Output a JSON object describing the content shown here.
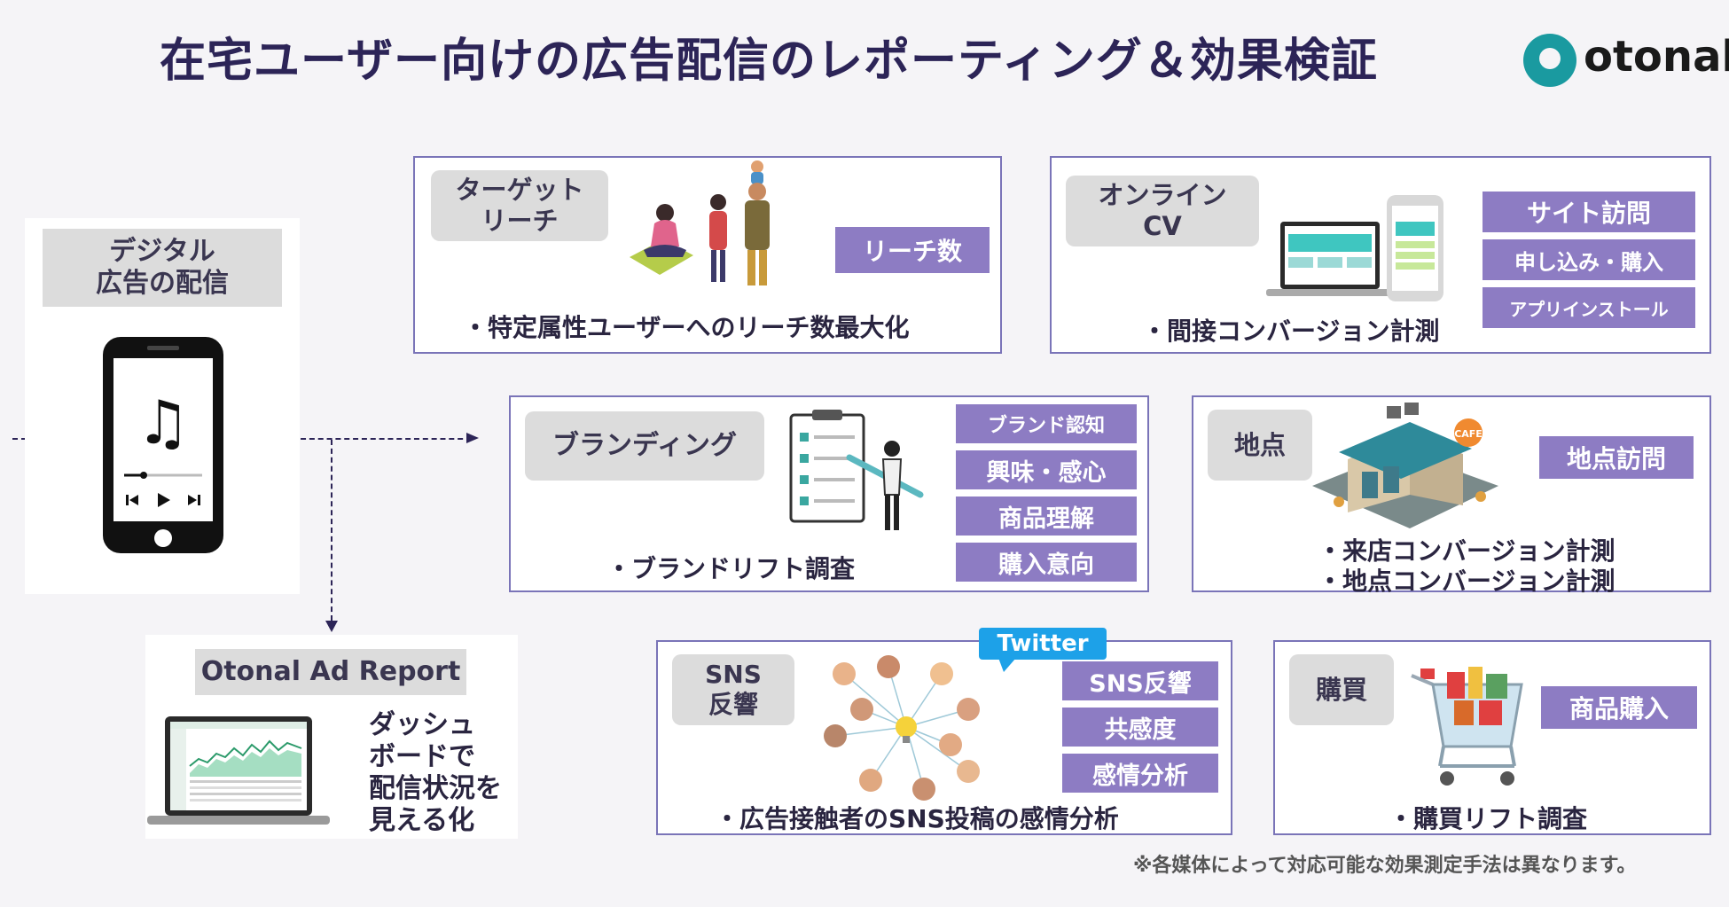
{
  "title": "在宅ユーザー向けの広告配信のレポーティング＆効果検証",
  "logo": {
    "text": "otonal"
  },
  "digital": {
    "label": "デジタル\n広告の配信"
  },
  "report": {
    "title": "Otonal Ad Report",
    "desc": "ダッシュ\nボードで\n配信状況を\n見える化"
  },
  "reach": {
    "label": "ターゲット\nリーチ",
    "tag": "リーチ数",
    "bullet": "・特定属性ユーザーへのリーチ数最大化"
  },
  "online": {
    "label": "オンライン\nCV",
    "tags": [
      "サイト訪問",
      "申し込み・購入",
      "アプリインストール"
    ],
    "bullet": "・間接コンバージョン計測"
  },
  "branding": {
    "label": "ブランディング",
    "tags": [
      "ブランド認知",
      "興味・感心",
      "商品理解",
      "購入意向"
    ],
    "bullet": "・ブランドリフト調査"
  },
  "location": {
    "label": "地点",
    "tag": "地点訪問",
    "bullets": [
      "・来店コンバージョン計測",
      "・地点コンバージョン計測"
    ]
  },
  "sns": {
    "label": "SNS\n反響",
    "twitter": "Twitter",
    "tags": [
      "SNS反響",
      "共感度",
      "感情分析"
    ],
    "bullet": "・広告接触者のSNS投稿の感情分析"
  },
  "purchase": {
    "label": "購買",
    "tag": "商品購入",
    "bullet": "・購買リフト調査"
  },
  "footnote": "※各媒体によって対応可能な効果測定手法は異なります。",
  "colors": {
    "accent": "#8d7cc3",
    "border": "#7a74b8",
    "title": "#2c2457",
    "logo": "#1a9aa0"
  }
}
